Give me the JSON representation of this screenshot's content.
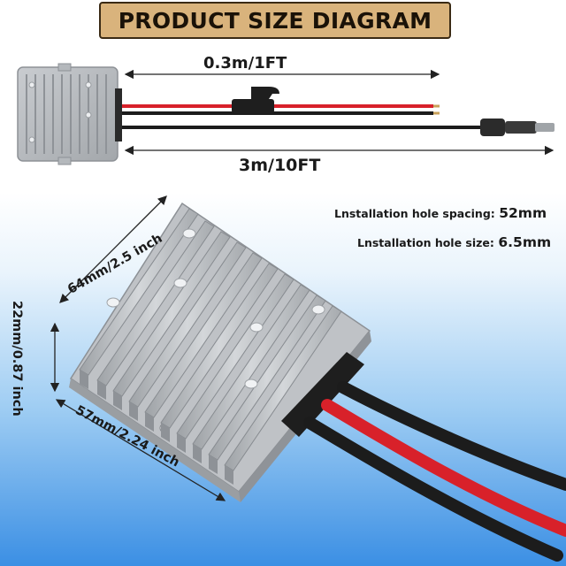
{
  "title": "PRODUCT SIZE DIAGRAM",
  "cables": {
    "short_length": "0.3m/1FT",
    "long_length": "3m/10FT"
  },
  "specs": {
    "hole_spacing_label": "Lnstallation hole spacing:",
    "hole_spacing_value": "52mm",
    "hole_size_label": "Lnstallation hole size:",
    "hole_size_value": "6.5mm"
  },
  "dimensions": {
    "length": "64mm/2.5 inch",
    "height": "22mm/0.87 inch",
    "width": "57mm/2.24 inch"
  },
  "colors": {
    "banner": "#d9b37c",
    "housing": "#b9bcbf",
    "wire_red": "#d8212a",
    "wire_black": "#1c1c1c"
  }
}
